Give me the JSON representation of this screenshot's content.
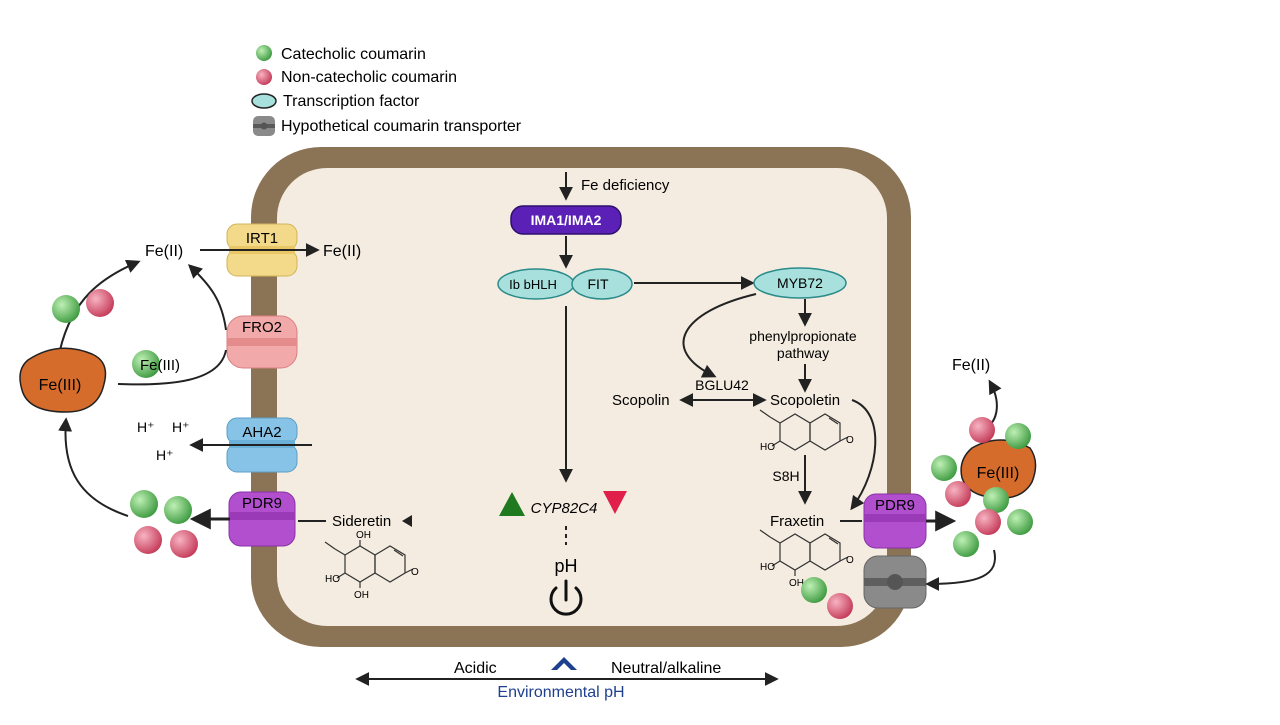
{
  "legend": {
    "catecholic": "Catecholic coumarin",
    "non_catecholic": "Non-catecholic coumarin",
    "transcription_factor": "Transcription factor",
    "transporter": "Hypothetical coumarin transporter"
  },
  "signals": {
    "fe_deficiency": "Fe deficiency",
    "ima": "IMA1/IMA2",
    "bhlh": "Ib bHLH",
    "fit": "FIT",
    "myb72": "MYB72",
    "phenyl_line1": "phenylpropionate",
    "phenyl_line2": "pathway",
    "bglu42": "BGLU42",
    "scopolin": "Scopolin",
    "scopoletin": "Scopoletin",
    "s8h": "S8H",
    "fraxetin": "Fraxetin",
    "sideretin": "Sideretin",
    "cyp": "CYP82C4",
    "ph": "pH"
  },
  "membrane": {
    "irt1": "IRT1",
    "fro2": "FRO2",
    "aha2": "AHA2",
    "pdr9_left": "PDR9",
    "pdr9_right": "PDR9"
  },
  "iron": {
    "fe2_out_left": "Fe(II)",
    "fe2_in": "Fe(II)",
    "fe3_left": "Fe(III)",
    "fe3_bound": "Fe(III)",
    "fe3_right": "Fe(III)",
    "fe2_right": "Fe(II)"
  },
  "protons": {
    "h1": "H⁺",
    "h2": "H⁺",
    "h3": "H⁺"
  },
  "chem": {
    "oh": "OH",
    "ho": "HO",
    "o": "O"
  },
  "axis": {
    "acidic": "Acidic",
    "neutral": "Neutral/alkaline",
    "title": "Environmental pH"
  },
  "colors": {
    "catecholic": "#5cb85c",
    "non_catecholic": "#d9536f",
    "tf_fill": "#a7e0dc",
    "tf_stroke": "#2b8a8a",
    "ima_fill": "#5b21b6",
    "membrane": "#8b7355",
    "cytoplasm": "#f4ece0",
    "fe3": "#d56c2c",
    "irt1": "#f3d98a",
    "fro2": "#f1a9a9",
    "aha2": "#86c3e6",
    "pdr9": "#b24fcf",
    "transporter": "#7d7d7d",
    "up_triangle": "#1f7a1f",
    "down_triangle": "#e0204a",
    "ph_title": "#1f3f8f"
  },
  "icons": [
    "power-icon",
    "chevron-up-icon"
  ]
}
